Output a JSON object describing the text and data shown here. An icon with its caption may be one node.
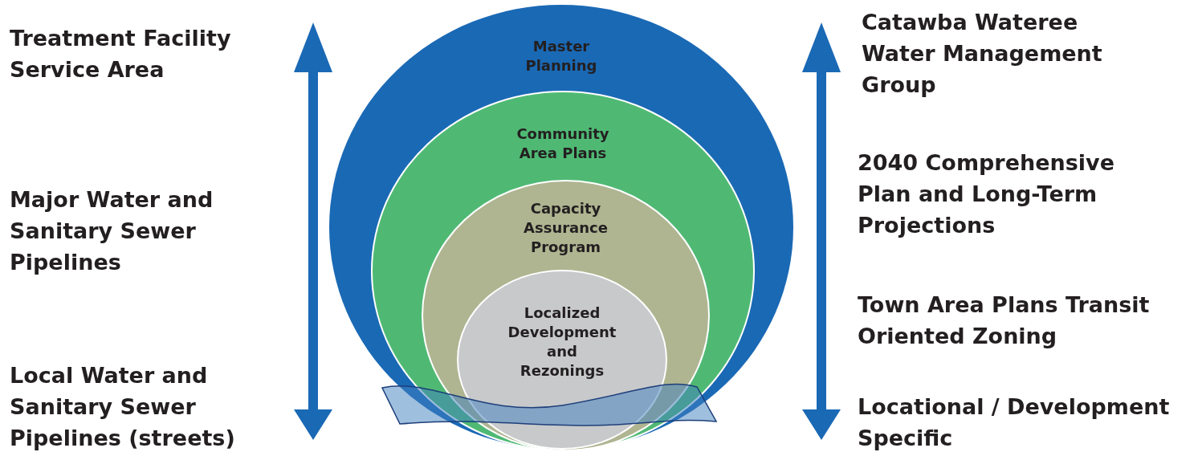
{
  "diagram": {
    "nodes": [
      {
        "text": [
          "Master Planning"
        ]
      },
      {
        "text": [
          "Community Area Plans"
        ],
        "in": 0
      },
      {
        "text": [
          "Capacity Assurance Program"
        ],
        "in": 1
      },
      {
        "text": [
          "Localized Development and Rezonings"
        ],
        "in": 2
      }
    ],
    "labels": [
      "Treatment Facility Service Area",
      "Major Water and Sanitary Sewer Pipelines",
      "Local Water and Sanitary Sewer Pipelines (streets)",
      "Catawba Wateree Water Management Group",
      "2040 Comprehensive Plan and Long-Term Projections",
      "Town Area Plans Transit Oriented Zoning",
      "Locational / Development Specific"
    ]
  }
}
